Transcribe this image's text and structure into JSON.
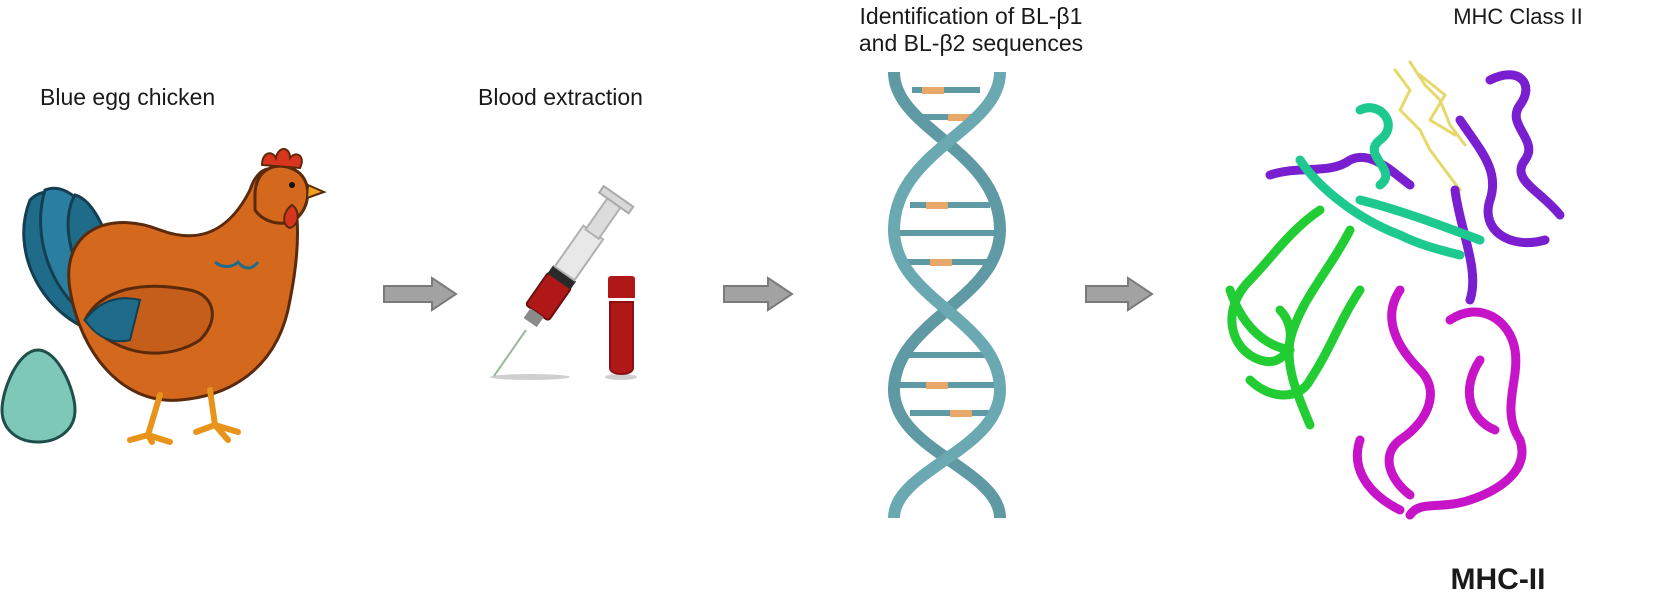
{
  "steps": {
    "chicken": "Blue egg chicken",
    "blood": "Blood extraction",
    "identification_line1": "Identification of BL-β1",
    "identification_line2": "and BL-β2 sequences",
    "mhc_class": "MHC Class II",
    "mhc_short": "MHC-II"
  },
  "icons": [
    "chicken-icon",
    "egg-icon",
    "syringe-icon",
    "blood-tube-icon",
    "dna-icon",
    "protein-structure-icon"
  ],
  "colors": {
    "chicken_body": "#d4691e",
    "chicken_tail": "#1f6b8a",
    "egg": "#7ec8b8",
    "blood": "#b01818",
    "dna": "#5e99a4",
    "dna_mark": "#e8a86a",
    "arrow": "#a3a3a3",
    "helix_green": "#22cc33",
    "helix_teal": "#1ec98f",
    "helix_purple": "#7a1fd0",
    "helix_magenta": "#c814c8",
    "peptide": "#e6d96a"
  }
}
